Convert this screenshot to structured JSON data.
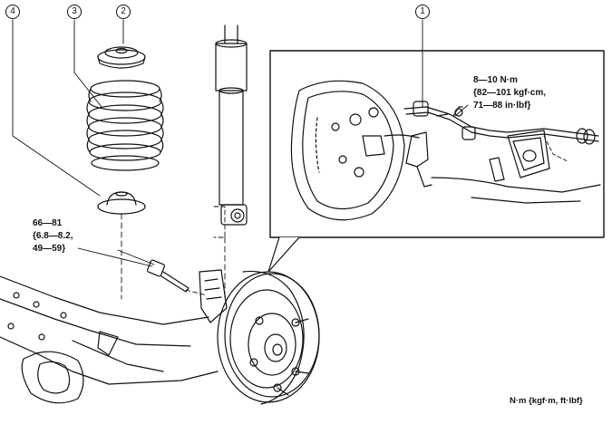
{
  "callouts": {
    "c1": "1",
    "c2": "2",
    "c3": "3",
    "c4": "4"
  },
  "torque_bolt": {
    "line1": "66—81",
    "line2": "{6.8—8.2,",
    "line3": "49—59}"
  },
  "torque_brake_hose": {
    "line1": "8—10 N·m",
    "line2": "{82—101 kgf·cm,",
    "line3": "71—88 in·lbf}"
  },
  "unit_note": "N·m {kgf·m, ft·lbf}",
  "icons": [
    "spring-seat-icon",
    "coil-spring-icon",
    "lower-insulator-icon",
    "shock-absorber-icon",
    "brake-drum-icon",
    "trailing-axle-icon",
    "flexible-hose-icon"
  ]
}
